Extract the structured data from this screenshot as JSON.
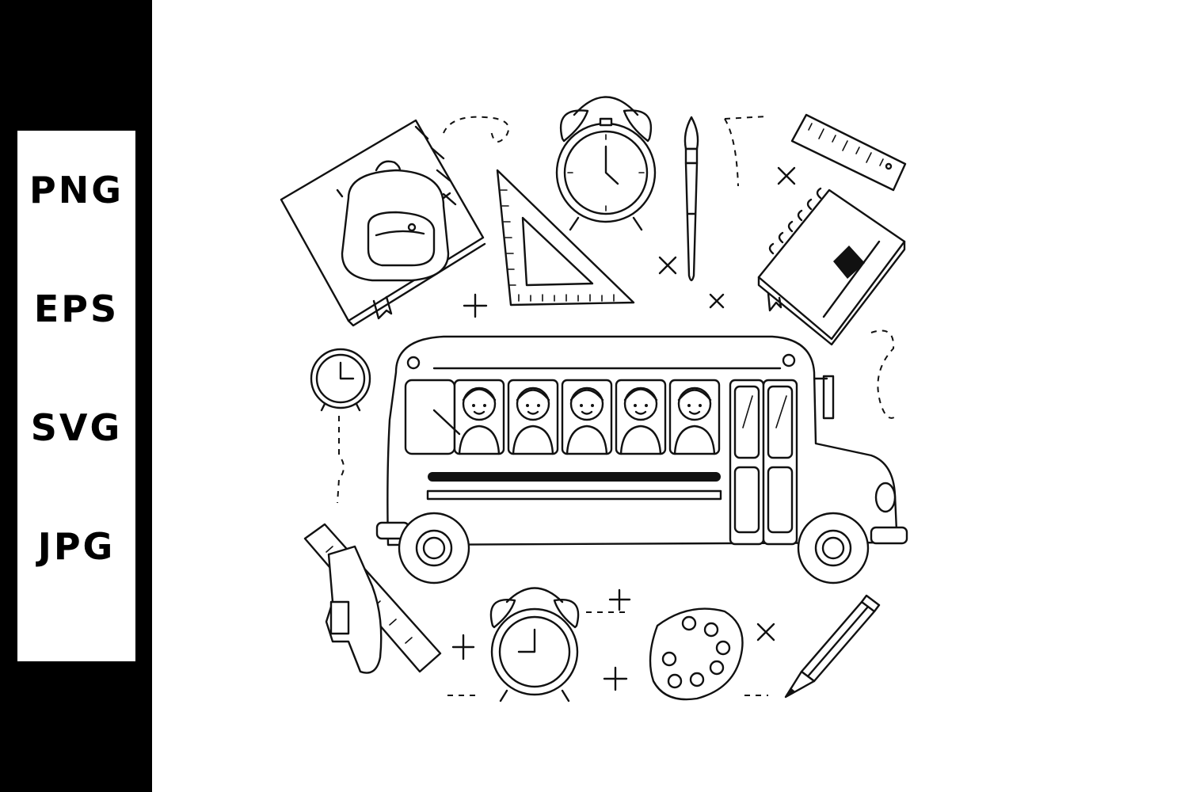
{
  "formats": [
    "PNG",
    "EPS",
    "SVG",
    "JPG"
  ],
  "colors": {
    "sidebar": "#000000",
    "panel": "#ffffff",
    "line_art": "#111111"
  },
  "illustration": {
    "icons": [
      "school-bus-icon",
      "backpack-book-icon",
      "set-square-icon",
      "alarm-clock-icon",
      "paintbrush-icon",
      "ruler-icon",
      "notebook-icon",
      "wall-clock-icon",
      "art-palette-icon",
      "pencil-icon",
      "glue-ruler-icon"
    ]
  }
}
